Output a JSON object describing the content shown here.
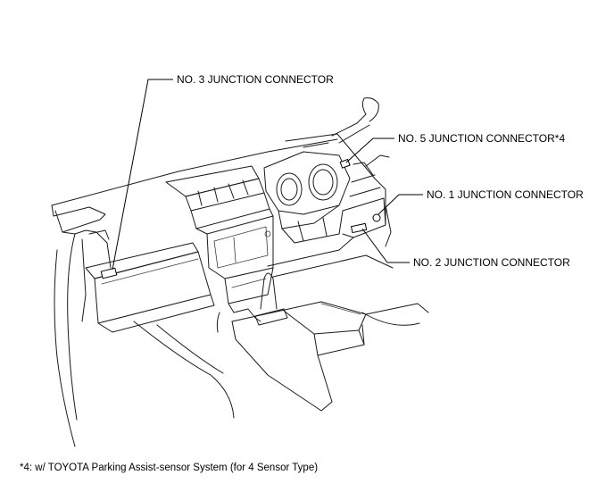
{
  "labels": {
    "connector_3": "NO. 3 JUNCTION CONNECTOR",
    "connector_5": "NO. 5 JUNCTION CONNECTOR*4",
    "connector_1": "NO. 1 JUNCTION CONNECTOR",
    "connector_2": "NO. 2 JUNCTION CONNECTOR"
  },
  "footnote": "*4: w/ TOYOTA Parking Assist-sensor System (for 4 Sensor Type)"
}
